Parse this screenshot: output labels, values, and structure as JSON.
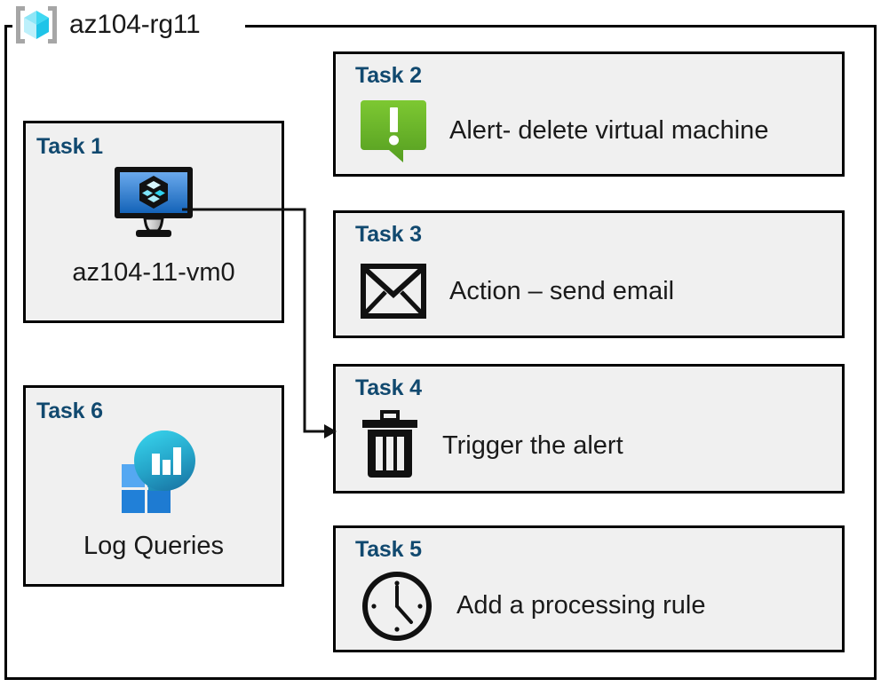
{
  "resource_group": {
    "name": "az104-rg11",
    "icon": "resource-group-cube-icon"
  },
  "colors": {
    "task_title": "#11496f",
    "card_background": "#f0f0f0",
    "card_border": "#000000",
    "alert_green_light": "#7ac143",
    "alert_green_dark": "#55a122",
    "vm_screen_blue_light": "#63a5ea",
    "vm_screen_blue_dark": "#1868bd",
    "log_tile_blue_light": "#4fa3f0",
    "log_tile_blue_dark": "#1f7ad6",
    "log_bubble_cyan": "#32cae6",
    "log_bubble_teal": "#1b7fae"
  },
  "cards": {
    "task1": {
      "title": "Task 1",
      "label": "az104-11-vm0",
      "icon": "virtual-machine-icon"
    },
    "task2": {
      "title": "Task 2",
      "label": "Alert- delete virtual machine",
      "icon": "alert-exclamation-icon"
    },
    "task3": {
      "title": "Task 3",
      "label": "Action – send email",
      "icon": "envelope-icon"
    },
    "task4": {
      "title": "Task 4",
      "label": "Trigger the alert",
      "icon": "trash-can-icon"
    },
    "task5": {
      "title": "Task 5",
      "label": "Add a processing rule",
      "icon": "clock-icon"
    },
    "task6": {
      "title": "Task 6",
      "label": "Log Queries",
      "icon": "log-analytics-icon"
    }
  },
  "connector": {
    "from": "task1-virtual-machine-icon",
    "to": "task4-card",
    "arrow": "arrowhead-right"
  }
}
